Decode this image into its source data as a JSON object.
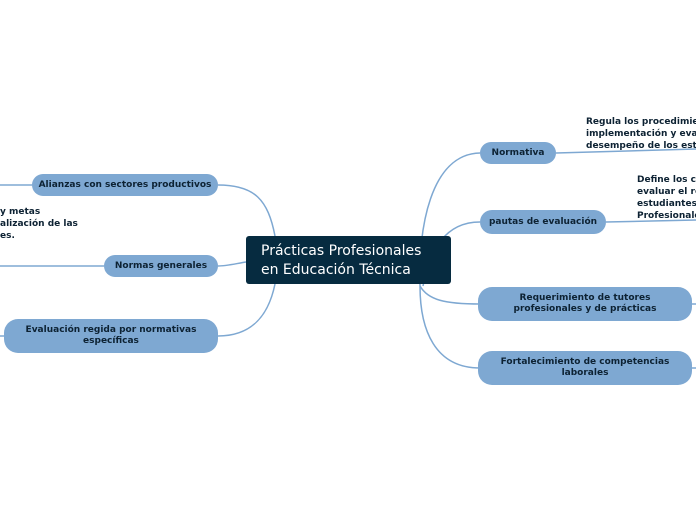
{
  "central": {
    "title_line1": "Prácticas Profesionales",
    "title_line2": "en Educación Técnica"
  },
  "right": {
    "normativa": {
      "label": "Normativa",
      "note": [
        "Regula los procedimien",
        "implementación y evalu",
        "desempeño de los estu"
      ]
    },
    "pautas": {
      "label": "pautas de evaluación",
      "note": [
        "Define los cri",
        "evaluar el re",
        "estudiantes d",
        "Profesionales"
      ]
    },
    "tutores": {
      "label": [
        "Requerimiento de tutores",
        "profesionales y de prácticas"
      ]
    },
    "competencias": {
      "label": [
        "Fortalecimiento de competencias",
        "laborales"
      ]
    }
  },
  "left": {
    "alianzas": {
      "label": "Alianzas con sectores productivos"
    },
    "normas": {
      "label": "Normas generales",
      "note": [
        "y metas",
        "alización de las",
        "es."
      ]
    },
    "evaluacion": {
      "label": [
        "Evaluación regida por normativas",
        "específicas"
      ]
    }
  },
  "colors": {
    "central_bg": "#062b40",
    "node_bg": "#7ea8d2",
    "link": "#7ea8d2",
    "text": "#0d2233"
  }
}
